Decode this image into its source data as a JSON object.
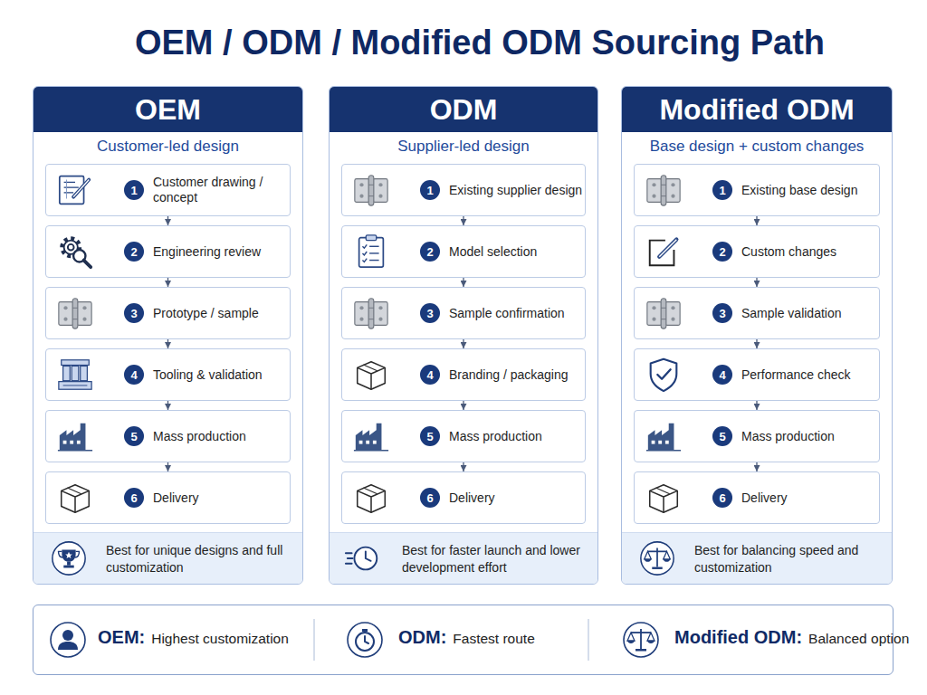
{
  "diagram": {
    "title": "OEM / ODM / Modified ODM Sourcing Path",
    "nodes": [
      {
        "text": [
          "OEM",
          "Customer-led design"
        ]
      },
      {
        "text": [
          "Customer drawing / concept"
        ],
        "in": 0
      },
      {
        "text": [
          "1"
        ],
        "in": 1
      },
      {
        "text": [
          "Engineering review"
        ],
        "in": 0
      },
      {
        "text": [
          "2"
        ],
        "in": 3
      },
      {
        "text": [
          "Prototype / sample"
        ],
        "in": 0
      },
      {
        "text": [
          "3"
        ],
        "in": 5
      },
      {
        "text": [
          "Tooling & validation"
        ],
        "in": 0
      },
      {
        "text": [
          "4"
        ],
        "in": 7
      },
      {
        "text": [
          "Mass production"
        ],
        "in": 0
      },
      {
        "text": [
          "5"
        ],
        "in": 9
      },
      {
        "text": [
          "Delivery"
        ],
        "in": 0
      },
      {
        "text": [
          "6"
        ],
        "in": 11
      },
      {
        "text": [
          "Best for unique designs and full customization"
        ],
        "in": 0
      },
      {
        "text": [
          "ODM",
          "Supplier-led design"
        ]
      },
      {
        "text": [
          "Existing supplier design"
        ],
        "in": 14
      },
      {
        "text": [
          "1"
        ],
        "in": 15
      },
      {
        "text": [
          "Model selection"
        ],
        "in": 14
      },
      {
        "text": [
          "2"
        ],
        "in": 17
      },
      {
        "text": [
          "Sample confirmation"
        ],
        "in": 14
      },
      {
        "text": [
          "3"
        ],
        "in": 19
      },
      {
        "text": [
          "Branding / packaging"
        ],
        "in": 14
      },
      {
        "text": [
          "4"
        ],
        "in": 21
      },
      {
        "text": [
          "Mass production"
        ],
        "in": 14
      },
      {
        "text": [
          "5"
        ],
        "in": 23
      },
      {
        "text": [
          "Delivery"
        ],
        "in": 14
      },
      {
        "text": [
          "6"
        ],
        "in": 25
      },
      {
        "text": [
          "Best for faster launch and lower development effort"
        ],
        "in": 14
      },
      {
        "text": [
          "Modified ODM",
          "Base design + custom changes"
        ]
      },
      {
        "text": [
          "Existing base design"
        ],
        "in": 28
      },
      {
        "text": [
          "1"
        ],
        "in": 29
      },
      {
        "text": [
          "Custom changes"
        ],
        "in": 28
      },
      {
        "text": [
          "2"
        ],
        "in": 31
      },
      {
        "text": [
          "Sample validation"
        ],
        "in": 28
      },
      {
        "text": [
          "3"
        ],
        "in": 33
      },
      {
        "text": [
          "Performance check"
        ],
        "in": 28
      },
      {
        "text": [
          "4"
        ],
        "in": 35
      },
      {
        "text": [
          "Mass production"
        ],
        "in": 28
      },
      {
        "text": [
          "5"
        ],
        "in": 37
      },
      {
        "text": [
          "Delivery"
        ],
        "in": 28
      },
      {
        "text": [
          "6"
        ],
        "in": 39
      },
      {
        "text": [
          "Best for balancing speed and customization"
        ],
        "in": 28
      },
      {
        "text": [
          "OEM:",
          "Highest customization",
          "ODM:",
          "Fastest route",
          "Modified ODM:",
          "Balanced option"
        ]
      }
    ],
    "edges": [
      {
        "from": 1,
        "to": 3,
        "arrow": "to"
      },
      {
        "from": 3,
        "to": 5,
        "arrow": "to"
      },
      {
        "from": 5,
        "to": 7,
        "arrow": "to"
      },
      {
        "from": 7,
        "to": 9,
        "arrow": "to"
      },
      {
        "from": 9,
        "to": 11,
        "arrow": "to"
      },
      {
        "from": 15,
        "to": 17,
        "arrow": "to"
      },
      {
        "from": 17,
        "to": 19,
        "arrow": "to"
      },
      {
        "from": 19,
        "to": 21,
        "arrow": "to"
      },
      {
        "from": 21,
        "to": 23,
        "arrow": "to"
      },
      {
        "from": 23,
        "to": 25,
        "arrow": "to"
      },
      {
        "from": 29,
        "to": 31,
        "arrow": "to"
      },
      {
        "from": 31,
        "to": 33,
        "arrow": "to"
      },
      {
        "from": 33,
        "to": 35,
        "arrow": "to"
      },
      {
        "from": 35,
        "to": 37,
        "arrow": "to"
      },
      {
        "from": 37,
        "to": 39,
        "arrow": "to"
      }
    ]
  }
}
